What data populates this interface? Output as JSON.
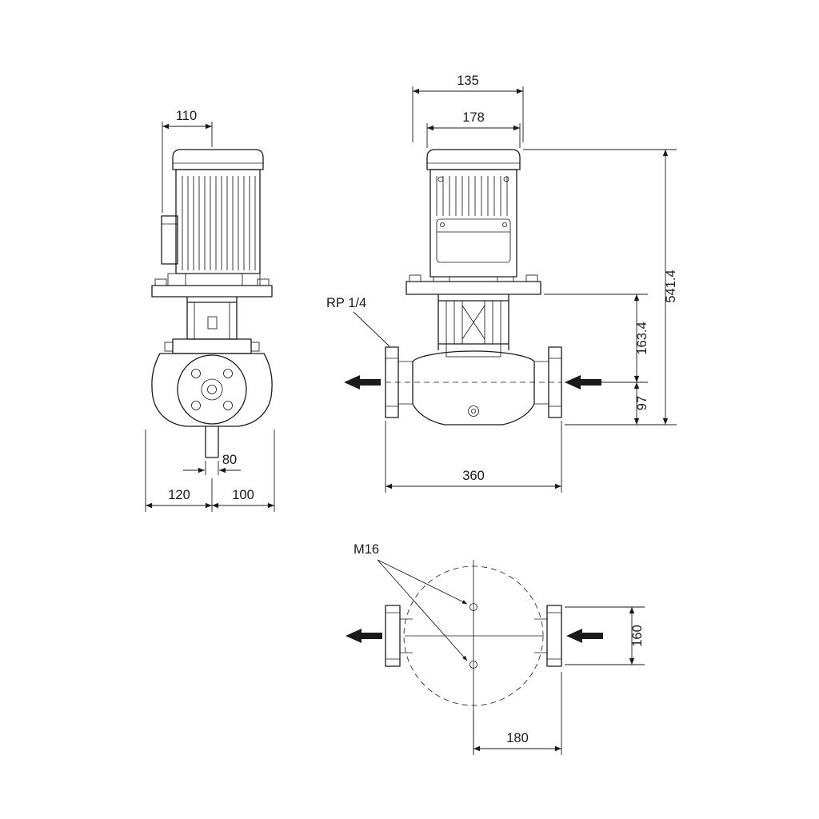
{
  "colors": {
    "background": "#ffffff",
    "line": "#1a1a1a"
  },
  "side_view": {
    "dim_top_width": "110",
    "dim_port_bore": "80",
    "dim_foot_left": "120",
    "dim_foot_right": "100"
  },
  "front_view": {
    "dim_cover_width": "135",
    "dim_motor_width": "178",
    "dim_overall_height": "541.4",
    "dim_plate_to_port": "163.4",
    "dim_port_to_base": "97",
    "dim_face_to_face": "360",
    "label_gauge_tap": "RP 1/4"
  },
  "top_view": {
    "label_bolt_thread": "M16",
    "dim_hole_spacing": "160",
    "dim_center_to_face": "180"
  }
}
